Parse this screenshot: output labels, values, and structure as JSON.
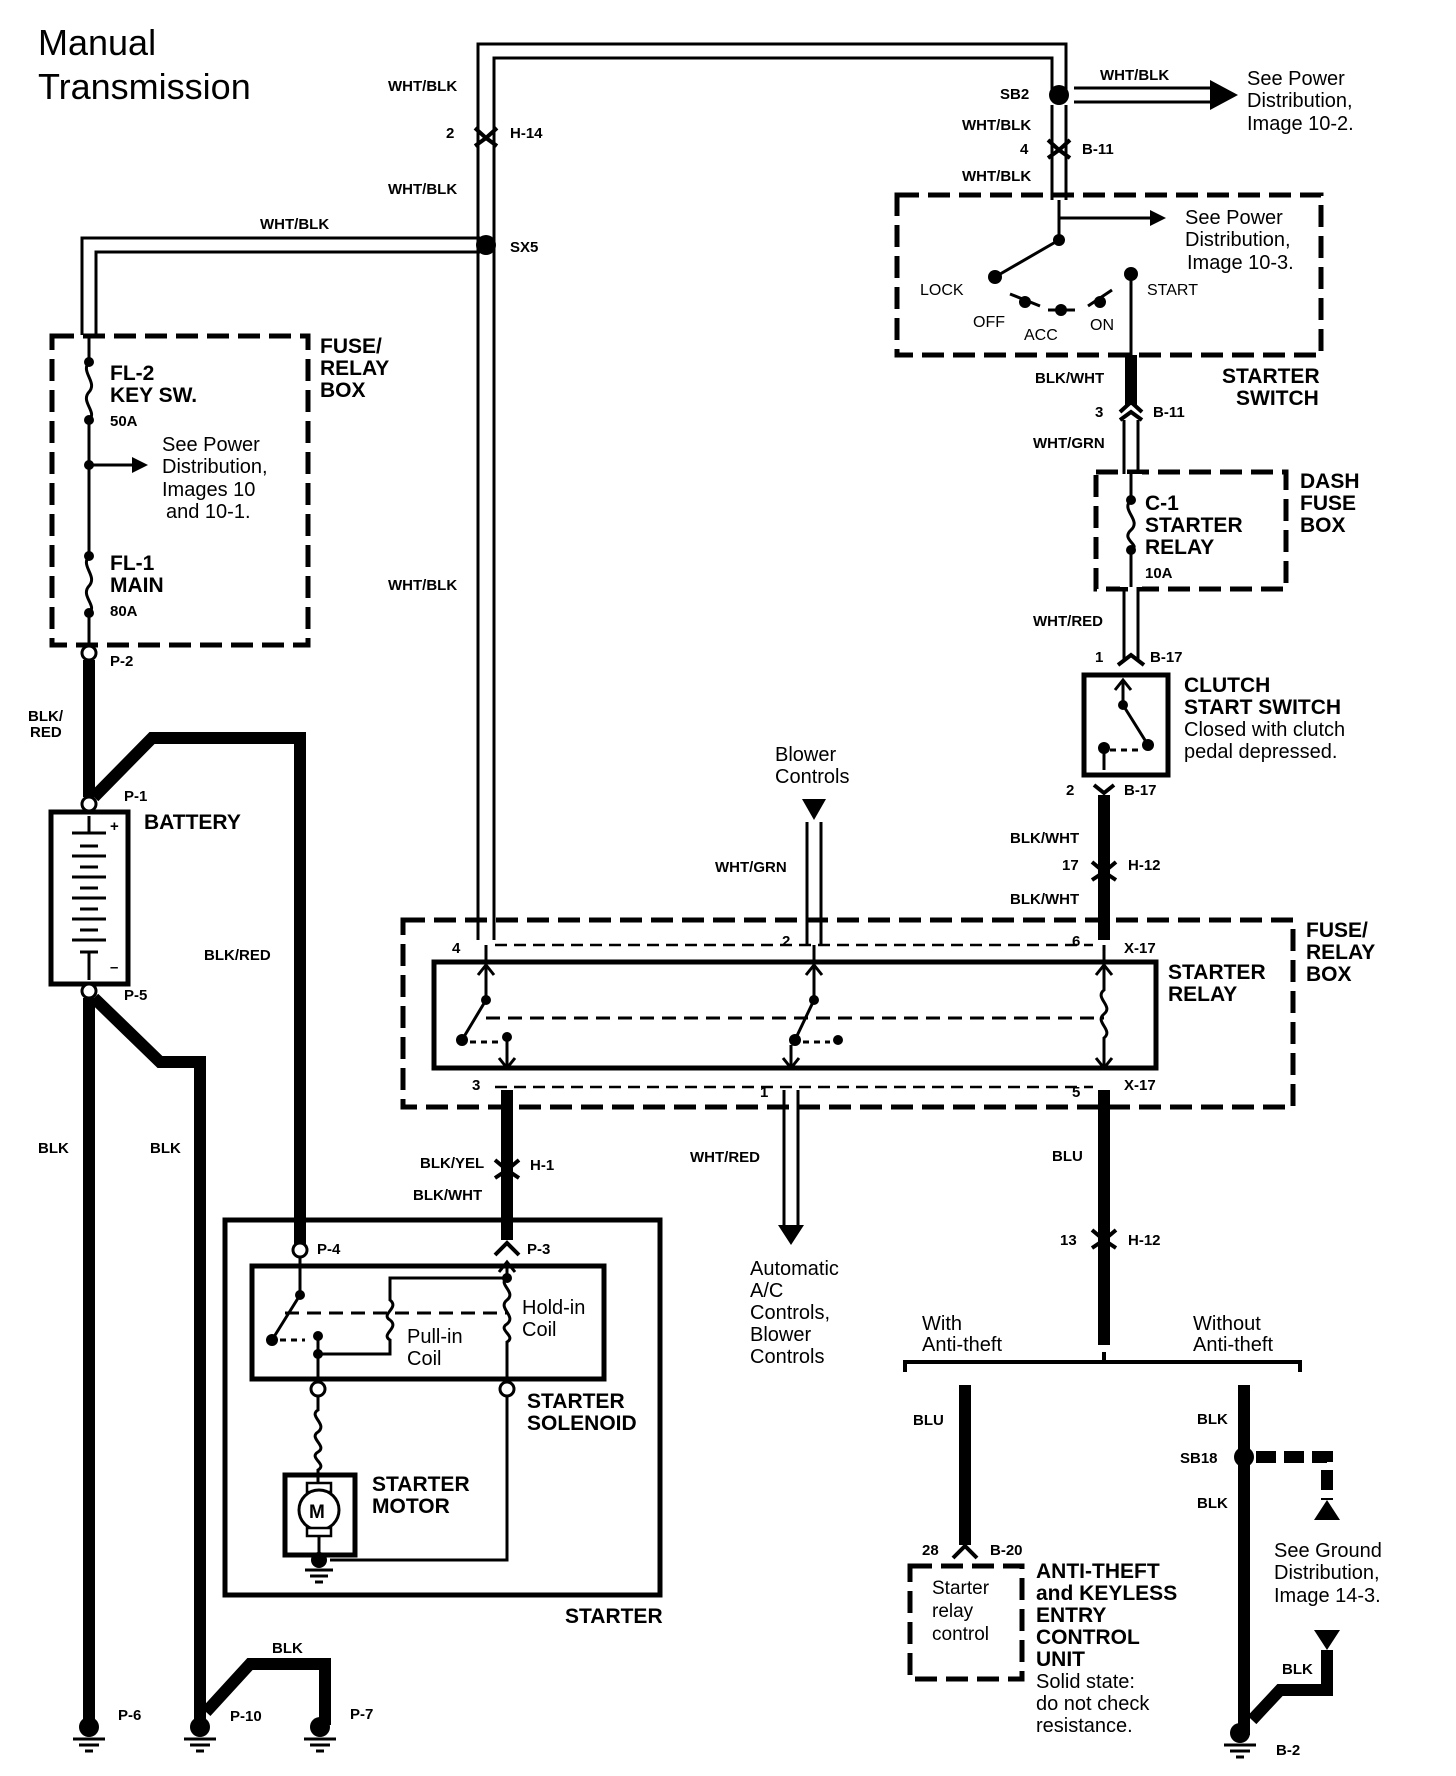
{
  "title": [
    "Manual",
    "Transmission"
  ],
  "wire_colors": {
    "wht_blk": "WHT/BLK",
    "wht_grn": "WHT/GRN",
    "wht_red": "WHT/RED",
    "blk_wht": "BLK/WHT",
    "blk_red": "BLK/RED",
    "blk_red_split": [
      "BLK/",
      "RED"
    ],
    "blk_yel": "BLK/YEL",
    "blu": "BLU",
    "blk": "BLK"
  },
  "connectors": {
    "h14_pin": "2",
    "h14": "H-14",
    "sx5": "SX5",
    "sb2": "SB2",
    "b11_pin4": "4",
    "b11": "B-11",
    "b11_pin3": "3",
    "b17_pin1": "1",
    "b17": "B-17",
    "b17_pin2": "2",
    "h12_pin17": "17",
    "h12": "H-12",
    "h12_pin13": "13",
    "x17": "X-17",
    "relay_pin4": "4",
    "relay_pin2": "2",
    "relay_pin6": "6",
    "relay_pin3": "3",
    "relay_pin1": "1",
    "relay_pin5": "5",
    "h1": "H-1",
    "p1": "P-1",
    "p2": "P-2",
    "p3": "P-3",
    "p4": "P-4",
    "p5": "P-5",
    "p6": "P-6",
    "p7": "P-7",
    "p10": "P-10",
    "b20_pin28": "28",
    "b20": "B-20",
    "sb18": "SB18",
    "b2": "B-2"
  },
  "components": {
    "fuse_relay_box_top": [
      "FUSE/",
      "RELAY",
      "BOX"
    ],
    "fl2": [
      "FL-2",
      "KEY SW."
    ],
    "fl2_rating": "50A",
    "fl1": [
      "FL-1",
      "MAIN"
    ],
    "fl1_rating": "80A",
    "battery": "BATTERY",
    "battery_plus": "+",
    "battery_minus": "–",
    "starter_switch": [
      "STARTER",
      "SWITCH"
    ],
    "switch_positions": {
      "lock": "LOCK",
      "off": "OFF",
      "acc": "ACC",
      "on": "ON",
      "start": "START"
    },
    "dash_fuse_box": [
      "DASH",
      "FUSE",
      "BOX"
    ],
    "c1": [
      "C-1",
      "STARTER",
      "RELAY"
    ],
    "c1_rating": "10A",
    "clutch_switch": [
      "CLUTCH",
      "START SWITCH"
    ],
    "clutch_note": [
      "Closed with clutch",
      "pedal depressed."
    ],
    "fuse_relay_box_mid": [
      "FUSE/",
      "RELAY",
      "BOX"
    ],
    "starter_relay": [
      "STARTER",
      "RELAY"
    ],
    "hold_in_coil": [
      "Hold-in",
      "Coil"
    ],
    "pull_in_coil": [
      "Pull-in",
      "Coil"
    ],
    "starter_solenoid": [
      "STARTER",
      "SOLENOID"
    ],
    "starter_motor": [
      "STARTER",
      "MOTOR"
    ],
    "motor_symbol": "M",
    "starter": "STARTER",
    "antitheft_unit": [
      "ANTI-THEFT",
      "and KEYLESS",
      "ENTRY",
      "CONTROL",
      "UNIT"
    ],
    "antitheft_note": [
      "Solid state:",
      "do not check",
      "resistance."
    ],
    "starter_relay_control": [
      "Starter",
      "relay",
      "control"
    ]
  },
  "notes": {
    "power_10_2": [
      "See Power",
      "Distribution,",
      "Image 10-2."
    ],
    "power_10_3": [
      "See Power",
      "Distribution,",
      "Image 10-3."
    ],
    "power_10": [
      "See Power",
      "Distribution,",
      "Images 10",
      "and 10-1."
    ],
    "blower_controls": [
      "Blower",
      "Controls"
    ],
    "auto_ac": [
      "Automatic",
      "A/C",
      "Controls,",
      "Blower",
      "Controls"
    ],
    "with_antitheft": [
      "With",
      "Anti-theft"
    ],
    "without_antitheft": [
      "Without",
      "Anti-theft"
    ],
    "ground_14_3": [
      "See Ground",
      "Distribution,",
      "Image 14-3."
    ]
  }
}
